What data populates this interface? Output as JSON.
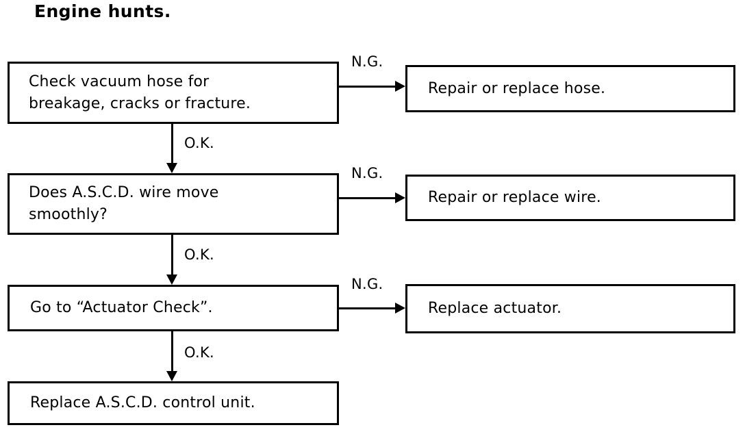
{
  "title": "Engine hunts.",
  "flow": {
    "nodes": [
      {
        "id": "check-hose",
        "lines": [
          "Check vacuum hose for",
          "breakage, cracks or fracture."
        ]
      },
      {
        "id": "ascd-wire",
        "lines": [
          " Does A.S.C.D. wire move",
          "smoothly?"
        ]
      },
      {
        "id": "actuator-check",
        "lines": [
          "Go to “Actuator Check”."
        ]
      },
      {
        "id": "replace-control-unit",
        "lines": [
          "Replace A.S.C.D. control unit."
        ]
      },
      {
        "id": "repair-hose",
        "lines": [
          "Repair or replace hose."
        ]
      },
      {
        "id": "repair-wire",
        "lines": [
          "Repair or replace wire."
        ]
      },
      {
        "id": "replace-actuator",
        "lines": [
          "Replace actuator."
        ]
      }
    ],
    "edge_labels": {
      "ng_1": "N.G.",
      "ng_2": "N.G.",
      "ng_3": "N.G.",
      "ok_1": "O.K.",
      "ok_2": "O.K.",
      "ok_3": "O.K."
    }
  },
  "colors": {
    "ink": "#000000",
    "paper": "#ffffff"
  }
}
